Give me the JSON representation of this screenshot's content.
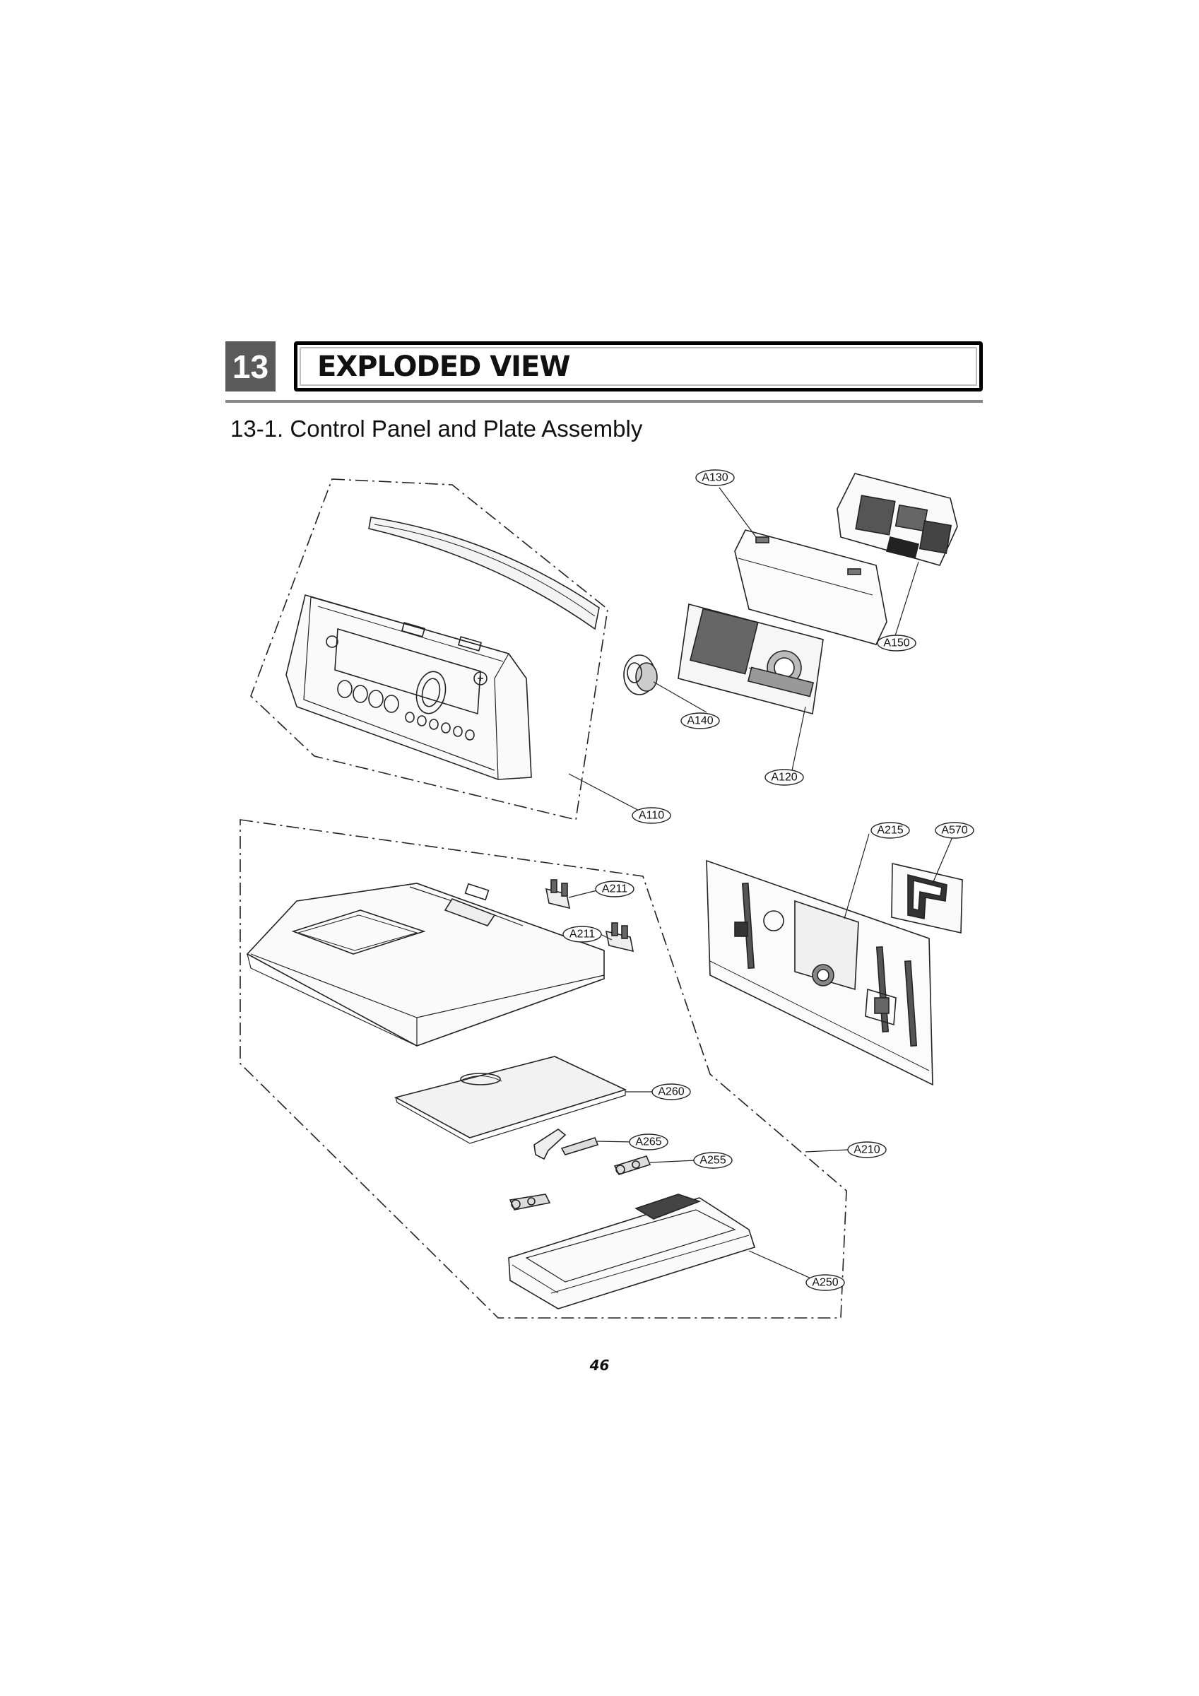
{
  "section": {
    "number": "13",
    "title": "EXPLODED VIEW"
  },
  "subsection": {
    "title": "13-1. Control Panel and Plate Assembly"
  },
  "part_labels": {
    "a110": "A110",
    "a120": "A120",
    "a130": "A130",
    "a140": "A140",
    "a150": "A150",
    "a210": "A210",
    "a211_top": "A211",
    "a211_bottom": "A211",
    "a215": "A215",
    "a250": "A250",
    "a255": "A255",
    "a260": "A260",
    "a265": "A265",
    "a570": "A570"
  },
  "page_number": "46"
}
